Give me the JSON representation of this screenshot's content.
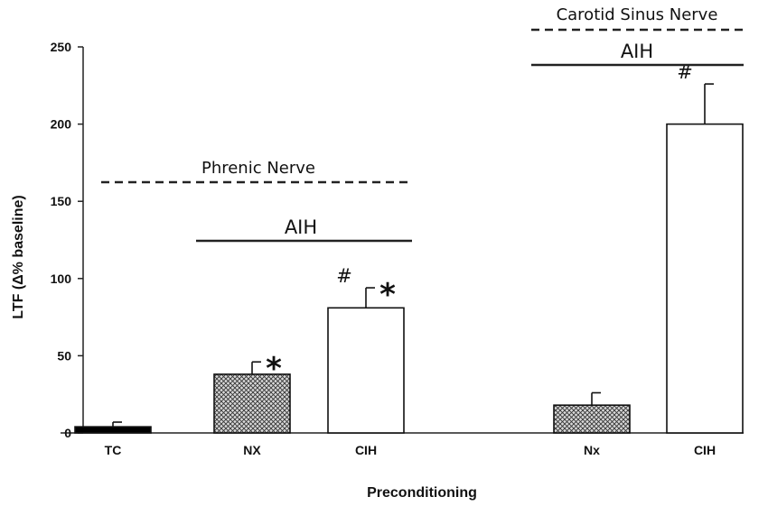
{
  "chart_data": {
    "type": "bar",
    "ylabel": "LTF (Δ% baseline)",
    "xlabel": "Preconditioning",
    "ylim": [
      0,
      250
    ],
    "yticks": [
      0,
      50,
      100,
      150,
      200,
      250
    ],
    "bars": [
      {
        "label": "TC",
        "value": 4,
        "error": 3,
        "fill": "black",
        "marks": []
      },
      {
        "label": "NX",
        "value": 38,
        "error": 8,
        "fill": "hatched",
        "marks": [
          "*"
        ]
      },
      {
        "label": "CIH",
        "value": 81,
        "error": 13,
        "fill": "white",
        "marks": [
          "#",
          "*"
        ]
      },
      {
        "label": "Nx",
        "value": 18,
        "error": 8,
        "fill": "hatched",
        "marks": []
      },
      {
        "label": "CIH",
        "value": 200,
        "error": 26,
        "fill": "white",
        "marks": [
          "#"
        ]
      }
    ],
    "groups": [
      {
        "name": "Phrenic Nerve",
        "aih_label": "AIH"
      },
      {
        "name": "Carotid Sinus Nerve",
        "aih_label": "AIH"
      }
    ],
    "grid": false,
    "legend": "none"
  }
}
